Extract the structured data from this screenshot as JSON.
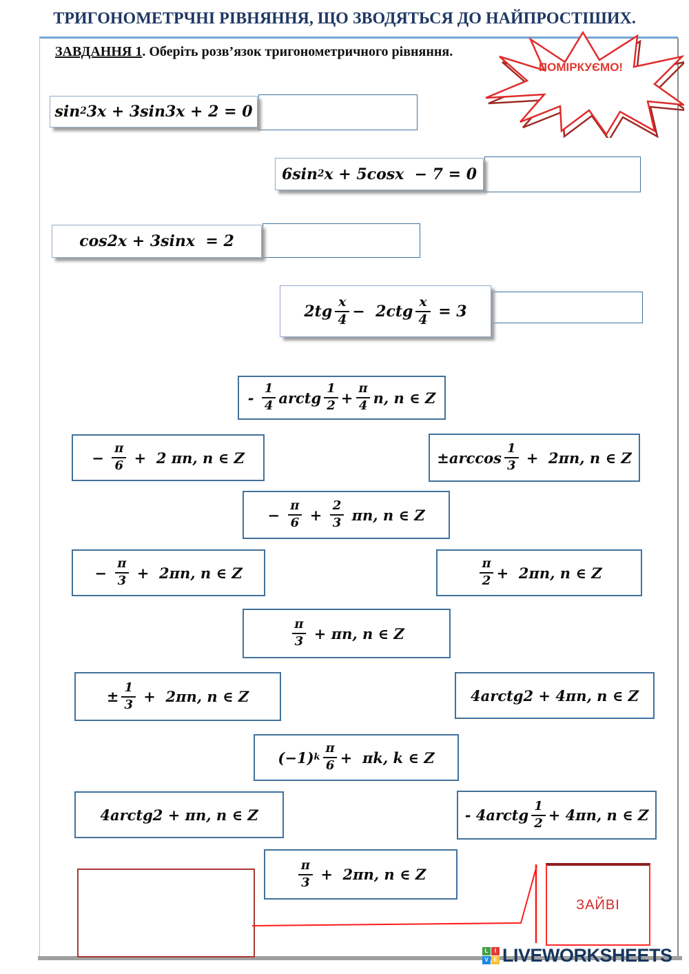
{
  "page": {
    "title": "ТРИГОНОМЕТРЧНІ РІВНЯННЯ, ЩО ЗВОДЯТЬСЯ ДО НАЙПРОСТІШИХ.",
    "task_label": "ЗАВДАННЯ 1",
    "task_text": ". Оберіть розв’язок тригонометричного рівняння.",
    "burst_label": "ПОМІРКУЄМО!",
    "extra_label": "ЗАЙВІ",
    "logo_text": "LIVEWORKSHEETS",
    "logo_letters": {
      "l": "L",
      "i": "I",
      "v": "V",
      "e": "E"
    },
    "colors": {
      "title_blue": "#1f3864",
      "box_border_blue": "#41719c",
      "red_accent": "#ff2a2a",
      "dark_red": "#8e1f1f",
      "logo_navy": "#17365d"
    }
  },
  "equations": [
    {
      "id": 1,
      "tokens": [
        {
          "t": "sin"
        },
        {
          "s": "2"
        },
        {
          "t": "3x + 3sin3x + 2 = 0"
        }
      ]
    },
    {
      "id": 2,
      "tokens": [
        {
          "t": "6sin"
        },
        {
          "s": "2"
        },
        {
          "t": "x + 5cosx  − 7 = 0"
        }
      ]
    },
    {
      "id": 3,
      "tokens": [
        {
          "t": "cos2x + 3sinx  = 2"
        }
      ]
    },
    {
      "id": 4,
      "tokens": [
        {
          "t": "2tg"
        },
        {
          "n": "x",
          "d": "4"
        },
        {
          "t": "−  2ctg"
        },
        {
          "n": "x",
          "d": "4"
        },
        {
          "t": " = 3"
        }
      ]
    }
  ],
  "options": [
    {
      "tokens": [
        {
          "t": "- "
        },
        {
          "n": "1",
          "d": "4"
        },
        {
          "t": "arctg"
        },
        {
          "n": "1",
          "d": "2"
        },
        {
          "t": "+"
        },
        {
          "n": "π",
          "d": "4"
        },
        {
          "t": "n, n ∈ Z"
        }
      ]
    },
    {
      "tokens": [
        {
          "t": "− "
        },
        {
          "n": "π",
          "d": "6"
        },
        {
          "t": " +  2 πn, n ∈ Z"
        }
      ]
    },
    {
      "tokens": [
        {
          "t": "±arccos"
        },
        {
          "n": "1",
          "d": "3"
        },
        {
          "t": " +  2πn, n ∈ Z"
        }
      ]
    },
    {
      "tokens": [
        {
          "t": "− "
        },
        {
          "n": "π",
          "d": "6"
        },
        {
          "t": " + "
        },
        {
          "n": "2",
          "d": "3"
        },
        {
          "t": " πn, n ∈ Z"
        }
      ]
    },
    {
      "tokens": [
        {
          "t": "− "
        },
        {
          "n": "π",
          "d": "3"
        },
        {
          "t": " +  2πn, n ∈ Z"
        }
      ]
    },
    {
      "tokens": [
        {
          "n": "π",
          "d": "2"
        },
        {
          "t": "+  2πn, n ∈ Z"
        }
      ]
    },
    {
      "tokens": [
        {
          "n": "π",
          "d": "3"
        },
        {
          "t": " + πn, n ∈ Z"
        }
      ]
    },
    {
      "tokens": [
        {
          "t": "±"
        },
        {
          "n": "1",
          "d": "3"
        },
        {
          "t": " +  2πn, n ∈ Z"
        }
      ]
    },
    {
      "tokens": [
        {
          "t": "4arctg2 + 4πn, n ∈ Z"
        }
      ]
    },
    {
      "tokens": [
        {
          "t": "(−1)"
        },
        {
          "s": "k"
        },
        {
          "n": "π",
          "d": "6"
        },
        {
          "t": "+  πk, k ∈ Z"
        }
      ]
    },
    {
      "tokens": [
        {
          "t": "4arctg2 + πn, n ∈ Z"
        }
      ]
    },
    {
      "tokens": [
        {
          "t": "- 4arctg"
        },
        {
          "n": "1",
          "d": "2"
        },
        {
          "t": "+ 4πn, n ∈ Z"
        }
      ]
    },
    {
      "tokens": [
        {
          "n": "π",
          "d": "3"
        },
        {
          "t": " +  2πn, n ∈ Z"
        }
      ]
    }
  ]
}
